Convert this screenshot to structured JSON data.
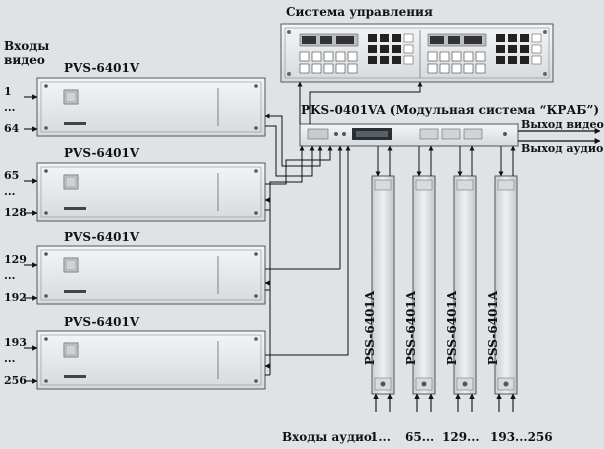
{
  "title_control": "Система управления",
  "inputs_video_label_line1": "Входы",
  "inputs_video_label_line2": "видео",
  "pvs_units": [
    {
      "model": "PVS-6401V",
      "top_label": "1",
      "dots": "...",
      "bottom_label": "64"
    },
    {
      "model": "PVS-6401V",
      "top_label": "65",
      "dots": "...",
      "bottom_label": "128"
    },
    {
      "model": "PVS-6401V",
      "top_label": "129",
      "dots": "...",
      "bottom_label": "192"
    },
    {
      "model": "PVS-6401V",
      "top_label": "193",
      "dots": "...",
      "bottom_label": "256"
    }
  ],
  "pks_label": "PKS-0401VA (Модульная система “КРАБ”)",
  "output_video": "Выход видео",
  "output_audio": "Выход аудио",
  "pss_units": [
    {
      "model": "PSS-6401A"
    },
    {
      "model": "PSS-6401A"
    },
    {
      "model": "PSS-6401A"
    },
    {
      "model": "PSS-6401A"
    }
  ],
  "inputs_audio_label": "Входы аудио",
  "audio_ranges": [
    "1...",
    "65...",
    "129...",
    "193...256"
  ]
}
